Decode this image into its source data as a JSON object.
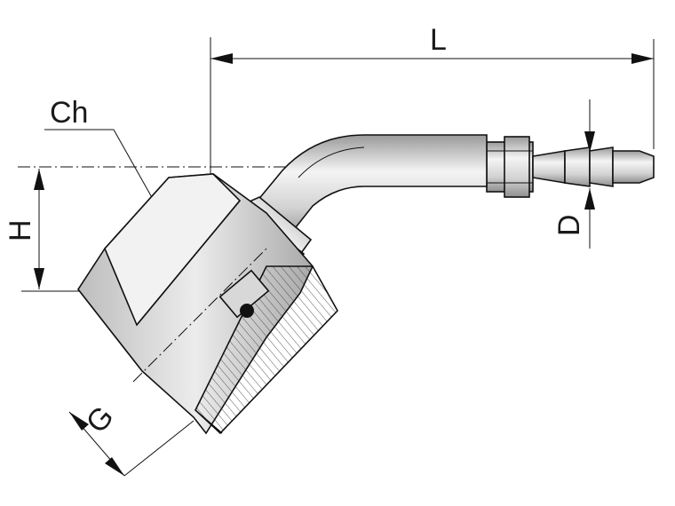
{
  "dimensions": {
    "L": "L",
    "Ch": "Ch",
    "H": "H",
    "D": "D",
    "G": "G"
  },
  "colors": {
    "line": "#111111",
    "metal_light": "#f2f2f2",
    "metal_mid": "#cfcfcf",
    "metal_dark": "#9a9a9a",
    "background": "#ffffff"
  }
}
